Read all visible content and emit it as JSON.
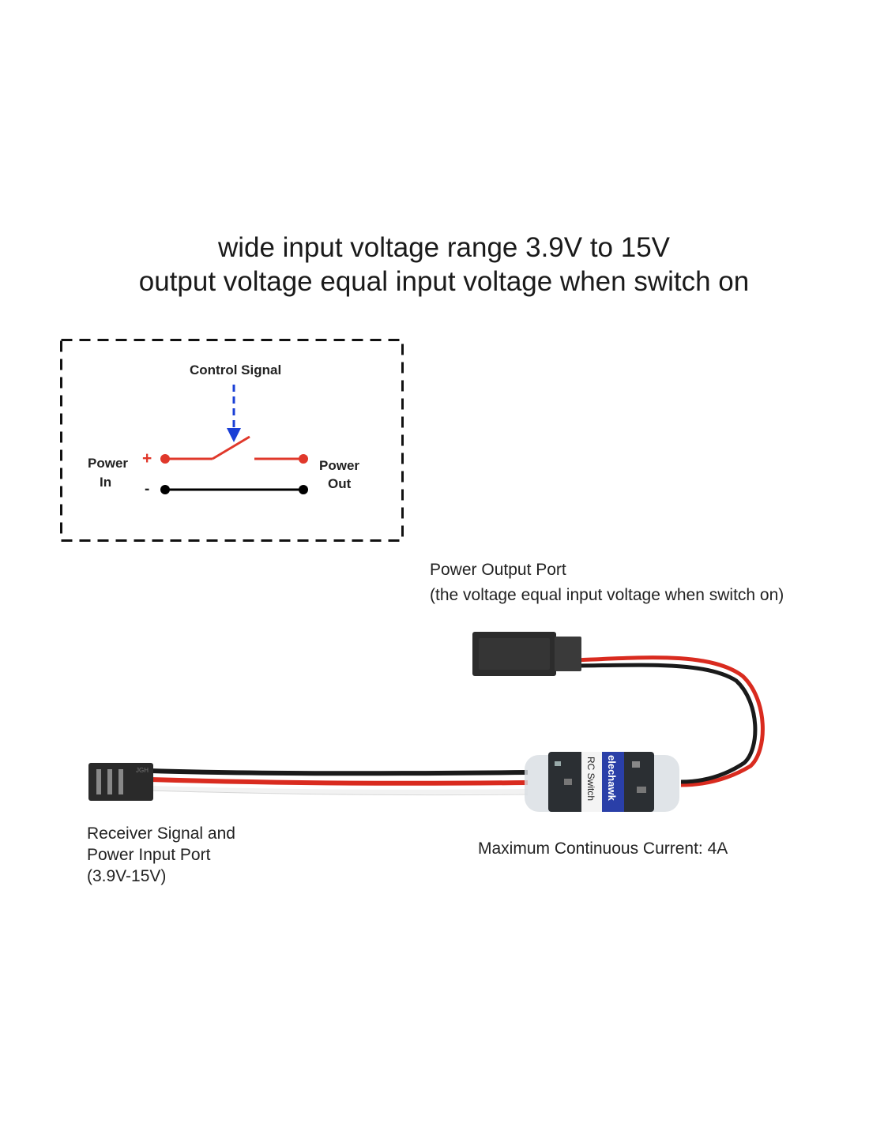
{
  "header": {
    "line1": "wide input voltage range 3.9V to 15V",
    "line2": "output voltage equal input voltage when switch on"
  },
  "schematic": {
    "control_signal": "Control Signal",
    "power_in_line1": "Power",
    "power_in_line2": "In",
    "power_out_line1": "Power",
    "power_out_line2": "Out",
    "plus": "+",
    "minus": "-",
    "colors": {
      "positive": "#e0382b",
      "negative": "#000000",
      "signal": "#1a3fd6"
    }
  },
  "product": {
    "brand": "elechawk",
    "model": "RC Switch",
    "connector_marking": "JGH",
    "wire_colors": {
      "red": "#d92b1f",
      "black": "#1a1a1a",
      "white": "#f2f2f2"
    }
  },
  "callouts": {
    "output_port_line1": "Power Output Port",
    "output_port_line2": "(the voltage equal input voltage when switch on)",
    "input_port_line1": "Receiver Signal and",
    "input_port_line2": "Power Input Port",
    "input_port_line3": "(3.9V-15V)",
    "max_current": "Maximum Continuous Current: 4A"
  }
}
